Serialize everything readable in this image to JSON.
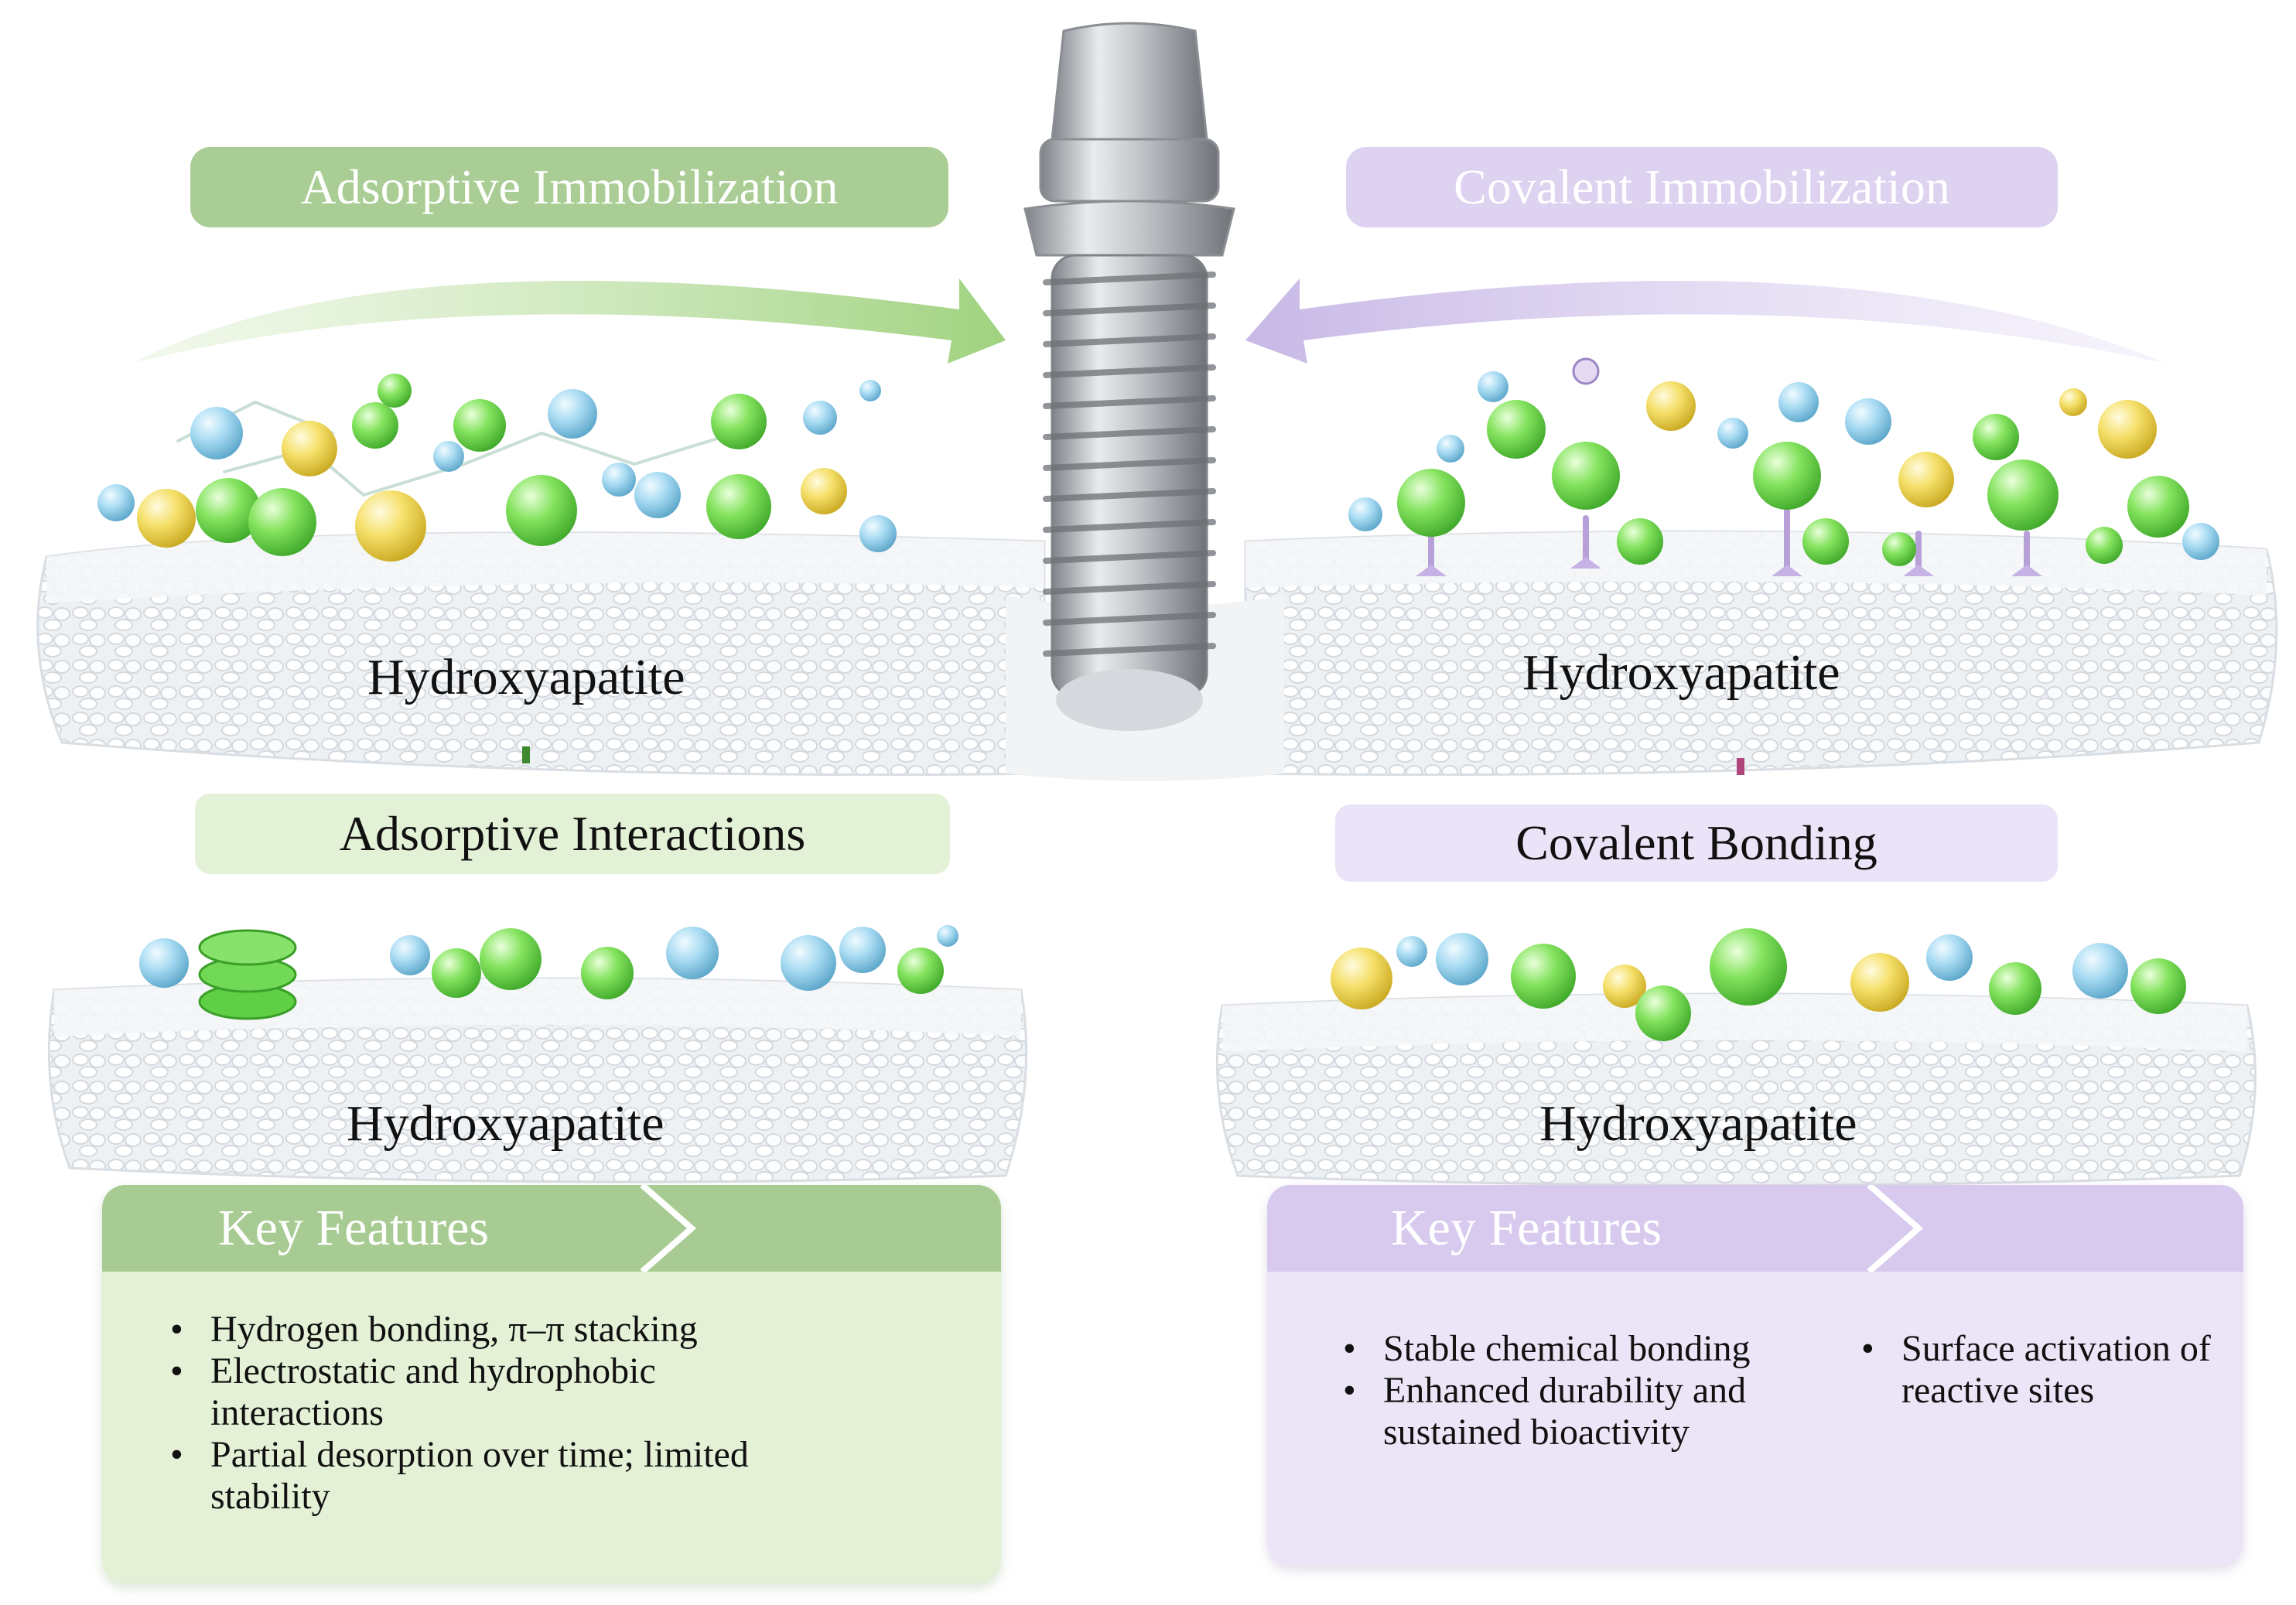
{
  "adsorptive": {
    "title": "Adsorptive Immobilization",
    "substrate_top": "Hydroxyapatite",
    "subtitle": "Adsorptive Interactions",
    "substrate_bottom": "Hydroxyapatite",
    "key_features_header": "Key Features",
    "features": [
      "Hydrogen bonding, π–π stacking",
      "Electrostatic and hydrophobic interactions",
      "Partial desorption over time; limited stability"
    ]
  },
  "covalent": {
    "title": "Covalent Immobilization",
    "substrate_top": "Hydroxyapatite",
    "subtitle": "Covalent Bonding",
    "substrate_bottom": "Hydroxyapatite",
    "key_features_header": "Key Features",
    "features_col1": [
      "Stable chemical bonding",
      "Enhanced durability and sustained bioactivity"
    ],
    "features_col2": [
      "Surface activation of reactive sites"
    ]
  },
  "colors": {
    "green_banner": "#a9cd94",
    "green_panel": "#e4f1d6",
    "purple_banner": "#ddd2ef",
    "purple_panel": "#ece5f7",
    "sphere_green": "#7fe05f",
    "sphere_blue": "#a9dcf3",
    "sphere_yellow": "#f3dc5a",
    "implant_metal": "#b9bcc0"
  },
  "icons": [
    "dental-implant-icon",
    "bone-slab-icon",
    "molecule-sphere-icon",
    "curved-arrow-icon",
    "stacked-disc-icon"
  ]
}
